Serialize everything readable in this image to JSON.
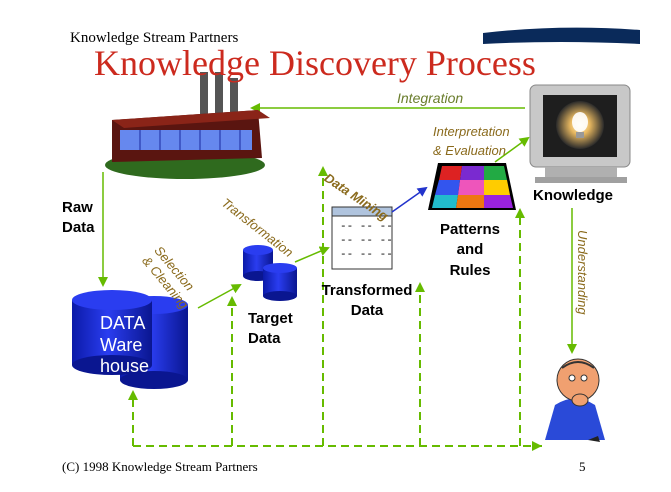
{
  "header": {
    "company": "Knowledge Stream Partners",
    "title": "Knowledge Discovery Process"
  },
  "footer": {
    "copyright": "(C) 1998 Knowledge Stream Partners",
    "page_number": "5"
  },
  "stages": {
    "raw_data": "Raw\nData",
    "data_warehouse": "DATA\nWare\nhouse",
    "target_data": "Target\nData",
    "transformed_data": "Transformed\nData",
    "patterns_rules": "Patterns\nand\nRules",
    "knowledge": "Knowledge"
  },
  "steps": {
    "integration": "Integration",
    "selection_cleaning": "Selection\n& Cleaning",
    "transformation": "Transformation",
    "data_mining": "Data Mining",
    "interpretation_evaluation": "Interpretation\n& Evaluation",
    "understanding": "Understanding"
  },
  "transformed_data_lines": [
    "-- -- --",
    "-- -- --",
    "-- -- --"
  ],
  "colors": {
    "title": "#cc2a1e",
    "arrow_green": "#66bb00",
    "arrow_blue": "#2233cc",
    "cylinder_blue": "#1a2ad0",
    "step_text_olive": "#6a7d2c",
    "step_text_brown": "#8a6a1c",
    "factory_roof": "#7a1a10",
    "ground_green": "#2f6a1e",
    "navy_swoosh": "#0a2a5a"
  },
  "icons": [
    "factory-icon",
    "data-warehouse-cylinders-icon",
    "target-data-cylinders-icon",
    "data-table-icon",
    "puzzle-icon",
    "monitor-lightbulb-icon",
    "thinking-man-icon"
  ]
}
